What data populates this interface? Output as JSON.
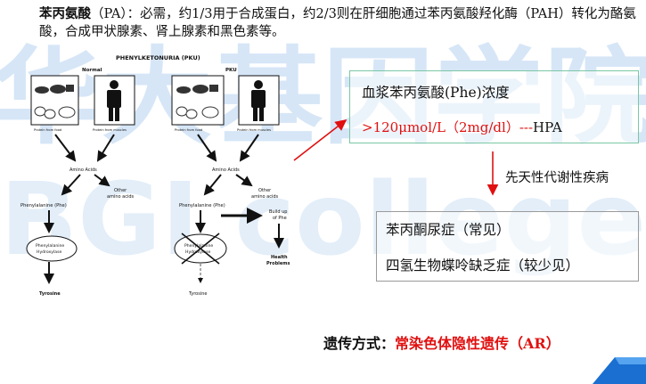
{
  "intro": {
    "term": "苯丙氨酸",
    "text": "（PA）：必需，约1/3用于合成蛋白，约2/3则在肝细胞通过苯丙氨酸羟化酶（PAH）转化为酪氨酸，合成甲状腺素、肾上腺素和黑色素等。"
  },
  "watermark": {
    "cn": "华大基因学院",
    "en": "BGI college"
  },
  "figure": {
    "title": "PHENYLKETONURIA (PKU)",
    "normal": {
      "label": "Normal",
      "food": "Protein from food",
      "muscle": "Protein from muscles",
      "amino": "Amino Acids",
      "other1": "Other",
      "other2": "amino acids",
      "phe": "Phenylalanine (Phe)",
      "enzyme1": "Phenylalanine",
      "enzyme2": "Hydroxylase",
      "tyr": "Tyrosine"
    },
    "pku": {
      "label": "PKU",
      "food": "Protein from food",
      "muscle": "Protein from muscles",
      "amino": "Amino Acids",
      "other1": "Other",
      "other2": "amino acids",
      "phe": "Phenylalanine (Phe)",
      "enzyme1": "Phenylalanine",
      "enzyme2": "Hydroxylase",
      "tyr": "Tyrosine",
      "build1": "Build up",
      "build2": "of Phe",
      "health1": "Health",
      "health2": "Problems"
    }
  },
  "plasma": {
    "title": "血浆苯丙氨酸(Phe)浓度",
    "value": ">120μmol/L（2mg/dl）---",
    "suffix": "HPA"
  },
  "congenital": "先天性代谢性疾病",
  "diseases": {
    "line1": "苯丙酮尿症（常见）",
    "line2": "四氢生物蝶呤缺乏症（较少见）"
  },
  "inheritance": {
    "label": "遗传方式：",
    "value": "常染色体隐性遗传（AR）"
  },
  "colors": {
    "accent_red": "#e01010",
    "watermark_blue": "#d6e6f7",
    "box_green": "#7ac7a6"
  }
}
